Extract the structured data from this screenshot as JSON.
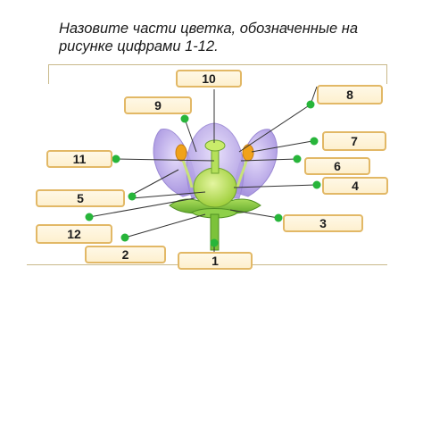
{
  "task": {
    "bullet": "",
    "text": "Назовите части цветка, обозначенные на рисунке цифрами 1-12."
  },
  "labels": {
    "n1": "1",
    "n2": "2",
    "n3": "3",
    "n4": "4",
    "n5": "5",
    "n6": "6",
    "n7": "7",
    "n8": "8",
    "n9": "9",
    "n10": "10",
    "n11": "11",
    "n12": "12"
  },
  "colors": {
    "petal": "#b7a6e6",
    "pistil": "#a8d84a",
    "leaf": "#7cc23a",
    "dot": "#27b53a",
    "label_border": "#e2b866",
    "anther": "#f0a21a"
  }
}
